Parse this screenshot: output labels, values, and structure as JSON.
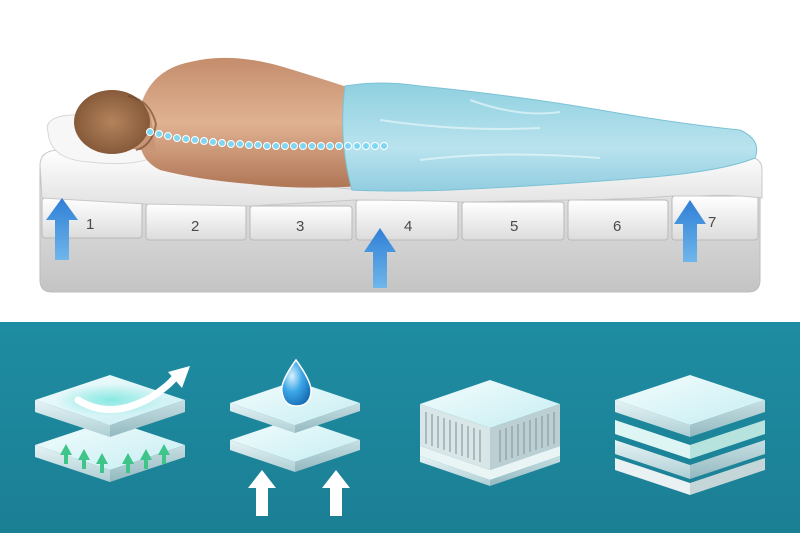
{
  "mattress": {
    "zones": [
      "1",
      "2",
      "3",
      "4",
      "5",
      "6",
      "7"
    ]
  },
  "icons": [
    {
      "name": "breathable-layers-icon"
    },
    {
      "name": "waterproof-layer-icon"
    },
    {
      "name": "spring-core-icon"
    },
    {
      "name": "multi-layer-foam-icon"
    }
  ],
  "colors": {
    "panel_bg": "#1f8fa4",
    "arrow_blue": "#2a8fd4",
    "sheet_blue": "#a7dbe8",
    "skin": "#d9a98a",
    "hair": "#9a6a45"
  }
}
